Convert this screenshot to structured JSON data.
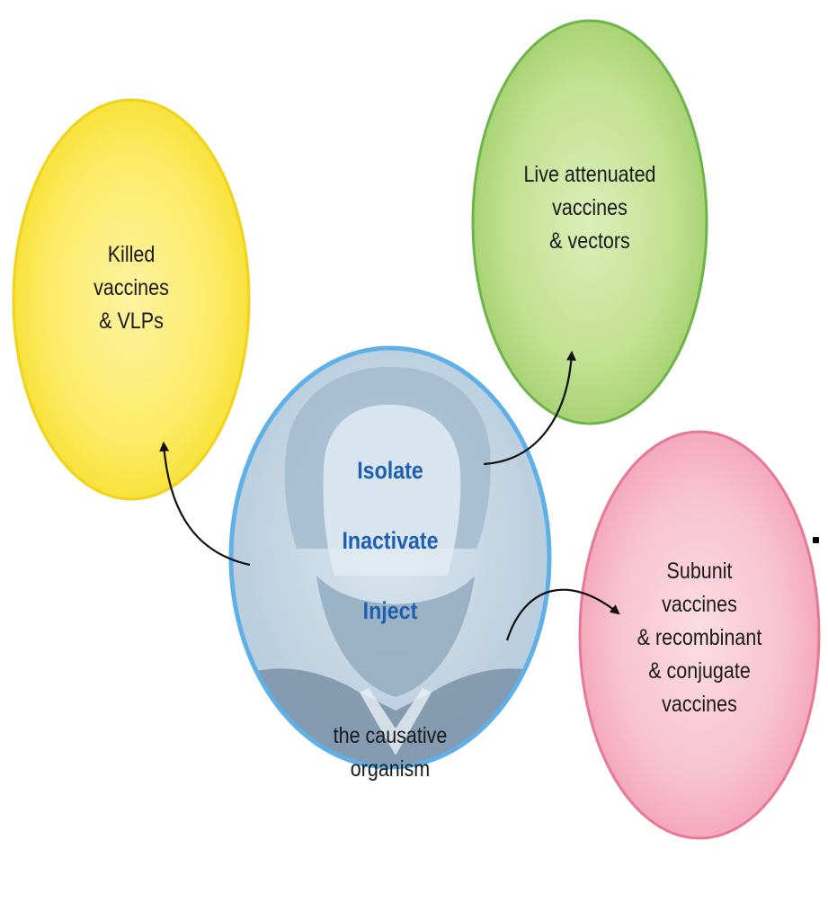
{
  "center": {
    "steps": [
      "Isolate",
      "Inactivate",
      "Inject"
    ],
    "caption_lines": [
      "the causative",
      "organism"
    ],
    "photo": "portrait-photograph"
  },
  "nodes": [
    {
      "id": "killed",
      "lines": [
        "Killed",
        "vaccines",
        "& VLPs"
      ],
      "color": "#fbe84f",
      "edge": "#f2d21a"
    },
    {
      "id": "live",
      "lines": [
        "Live attenuated",
        "vaccines",
        "& vectors"
      ],
      "color": "#b6dc82",
      "edge": "#6db44a"
    },
    {
      "id": "subunit",
      "lines": [
        "Subunit",
        "vaccines",
        "& recombinant",
        "& conjugate",
        "vaccines"
      ],
      "color": "#f7b8c8",
      "edge": "#e87898"
    }
  ],
  "colors": {
    "center_fill": "#c3d6e6",
    "center_edge": "#5fb0e6",
    "step_text": "#1f5fb0",
    "arrow": "#111111"
  }
}
